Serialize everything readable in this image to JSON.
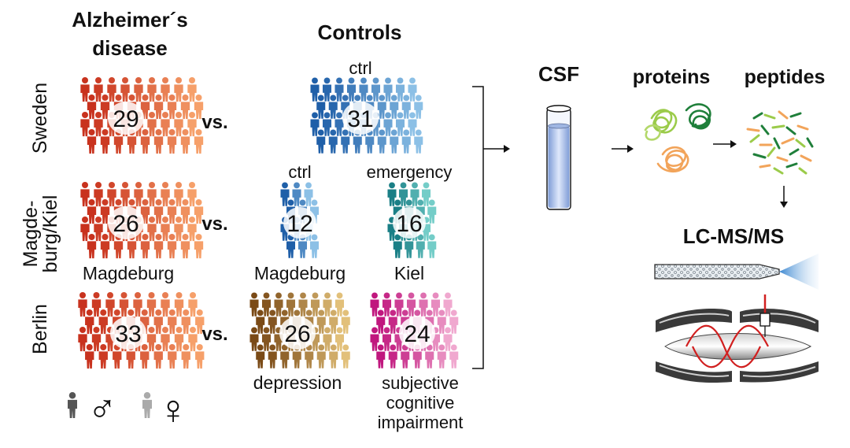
{
  "headers": {
    "ad_line1": "Alzheimer´s",
    "ad_line2": "disease",
    "controls": "Controls",
    "csf": "CSF",
    "proteins": "proteins",
    "peptides": "peptides",
    "lcms": "LC-MS/MS"
  },
  "sites": {
    "sweden": "Sweden",
    "magdeburg_line1": "Magde-",
    "magdeburg_line2": "burg/Kiel",
    "berlin": "Berlin"
  },
  "vs": "vs.",
  "groups": {
    "sweden_ad": {
      "count": "29"
    },
    "sweden_ctrl": {
      "count": "31",
      "label_top": "ctrl"
    },
    "magdeburg_ad": {
      "count": "26",
      "label_bottom": "Magdeburg"
    },
    "magdeburg_ctrl": {
      "count": "12",
      "label_top": "ctrl",
      "label_bottom": "Magdeburg"
    },
    "kiel_emergency": {
      "count": "16",
      "label_top": "emergency",
      "label_bottom": "Kiel"
    },
    "berlin_ad": {
      "count": "33"
    },
    "berlin_depression": {
      "count": "26",
      "label_bottom": "depression"
    },
    "berlin_sci": {
      "count": "24",
      "label_line1": "subjective",
      "label_line2": "cognitive",
      "label_line3": "impairment"
    }
  },
  "legend": {
    "male_symbol": "♂",
    "female_symbol": "♀"
  },
  "colors": {
    "ad_dark": "#c8321e",
    "ad_light": "#f6a06a",
    "ctrl_blue_dark": "#1f5fa8",
    "ctrl_blue_light": "#8cc0e6",
    "teal_dark": "#1a7f86",
    "teal_light": "#74cdc8",
    "brown_dark": "#7a4a16",
    "brown_light": "#e2c07a",
    "magenta_dark": "#c0177e",
    "magenta_light": "#f0a8cf",
    "male_grey": "#555555",
    "female_grey": "#aaaaaa"
  }
}
